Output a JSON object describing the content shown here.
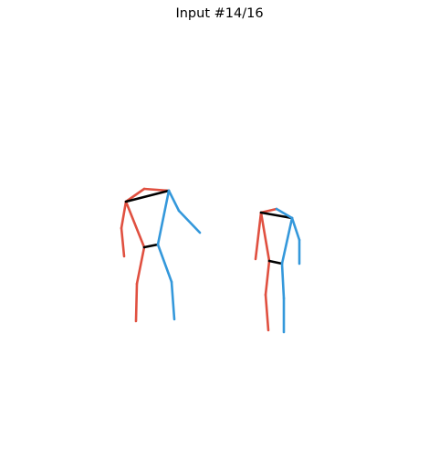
{
  "title": "Input #14/16",
  "colors": {
    "left_side": "#e05040",
    "right_side": "#3498db",
    "center": "#000000",
    "background": "#ffffff"
  },
  "figures": [
    {
      "name": "skeleton-left",
      "bones": [
        {
          "side": "left_side",
          "pts": [
            [
              185,
              209
            ],
            [
              158,
              207
            ]
          ]
        },
        {
          "side": "left_side",
          "pts": [
            [
              158,
              207
            ],
            [
              138,
              221
            ]
          ]
        },
        {
          "side": "left_side",
          "pts": [
            [
              138,
              221
            ],
            [
              133,
              250
            ]
          ]
        },
        {
          "side": "left_side",
          "pts": [
            [
              133,
              250
            ],
            [
              136,
              281
            ]
          ]
        },
        {
          "side": "left_side",
          "pts": [
            [
              138,
              221
            ],
            [
              158,
              271
            ]
          ]
        },
        {
          "side": "left_side",
          "pts": [
            [
              158,
              271
            ],
            [
              150,
              311
            ]
          ]
        },
        {
          "side": "left_side",
          "pts": [
            [
              150,
              311
            ],
            [
              149,
              352
            ]
          ]
        },
        {
          "side": "center",
          "pts": [
            [
              138,
              221
            ],
            [
              185,
              209
            ]
          ]
        },
        {
          "side": "center",
          "pts": [
            [
              158,
              271
            ],
            [
              173,
              268
            ]
          ]
        },
        {
          "side": "right_side",
          "pts": [
            [
              185,
              209
            ],
            [
              196,
              231
            ]
          ]
        },
        {
          "side": "right_side",
          "pts": [
            [
              196,
              231
            ],
            [
              219,
              255
            ]
          ]
        },
        {
          "side": "right_side",
          "pts": [
            [
              185,
              209
            ],
            [
              173,
              268
            ]
          ]
        },
        {
          "side": "right_side",
          "pts": [
            [
              173,
              268
            ],
            [
              188,
              309
            ]
          ]
        },
        {
          "side": "right_side",
          "pts": [
            [
              188,
              309
            ],
            [
              191,
              350
            ]
          ]
        }
      ]
    },
    {
      "name": "skeleton-right",
      "bones": [
        {
          "side": "left_side",
          "pts": [
            [
              303,
              229
            ],
            [
              286,
              233
            ]
          ]
        },
        {
          "side": "left_side",
          "pts": [
            [
              286,
              233
            ],
            [
              280,
              284
            ]
          ]
        },
        {
          "side": "left_side",
          "pts": [
            [
              286,
              233
            ],
            [
              295,
              286
            ]
          ]
        },
        {
          "side": "left_side",
          "pts": [
            [
              295,
              286
            ],
            [
              291,
              323
            ]
          ]
        },
        {
          "side": "left_side",
          "pts": [
            [
              291,
              323
            ],
            [
              294,
              362
            ]
          ]
        },
        {
          "side": "center",
          "pts": [
            [
              286,
              233
            ],
            [
              320,
              239
            ]
          ]
        },
        {
          "side": "center",
          "pts": [
            [
              295,
              286
            ],
            [
              309,
              289
            ]
          ]
        },
        {
          "side": "right_side",
          "pts": [
            [
              303,
              229
            ],
            [
              320,
              239
            ]
          ]
        },
        {
          "side": "right_side",
          "pts": [
            [
              320,
              239
            ],
            [
              328,
              263
            ]
          ]
        },
        {
          "side": "right_side",
          "pts": [
            [
              328,
              263
            ],
            [
              328,
              289
            ]
          ]
        },
        {
          "side": "right_side",
          "pts": [
            [
              320,
              239
            ],
            [
              309,
              289
            ]
          ]
        },
        {
          "side": "right_side",
          "pts": [
            [
              309,
              289
            ],
            [
              311,
              327
            ]
          ]
        },
        {
          "side": "right_side",
          "pts": [
            [
              311,
              327
            ],
            [
              311,
              364
            ]
          ]
        }
      ]
    }
  ]
}
